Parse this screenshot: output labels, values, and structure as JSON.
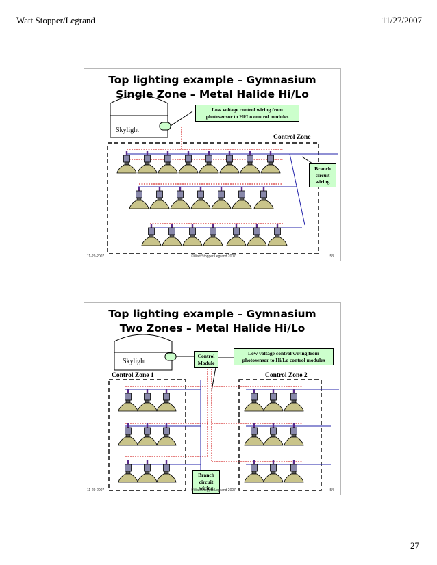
{
  "header": {
    "left": "Watt Stopper/Legrand",
    "right": "11/27/2007"
  },
  "page_number": "27",
  "slides": [
    {
      "title_line1": "Top lighting example – Gymnasium",
      "title_line2": "Single Zone – Metal Halide Hi/Lo",
      "skylight_label": "Skylight",
      "callout": "Low voltage control wiring from photosensor to Hi/Lo control modules",
      "zone_label": "Control Zone",
      "branch_label": "Branch circuit wiring",
      "footer_date": "11-29-2007",
      "footer_copyright": "©Watt Stopper/Legrand 2007",
      "footer_number": "53"
    },
    {
      "title_line1": "Top lighting example – Gymnasium",
      "title_line2": "Two Zones – Metal Halide Hi/Lo",
      "skylight_label": "Skylight",
      "module_label": "Control Module",
      "callout": "Low voltage control wiring from photosensor to Hi/Lo control modules",
      "zone1_label": "Control Zone 1",
      "zone2_label": "Control Zone 2",
      "branch_label": "Branch circuit wiring",
      "footer_date": "11-29-2007",
      "footer_copyright": "©Watt Stopper/Legrand 2007",
      "footer_number": "54"
    }
  ],
  "colors": {
    "control_wire": "#cc0000",
    "branch_wire": "#2222aa",
    "callout_fill": "#ccffcc",
    "fixture": "#c9c48a"
  },
  "icons": [
    "skylight-dome-icon",
    "photosensor-icon",
    "high-bay-fixture-icon"
  ]
}
